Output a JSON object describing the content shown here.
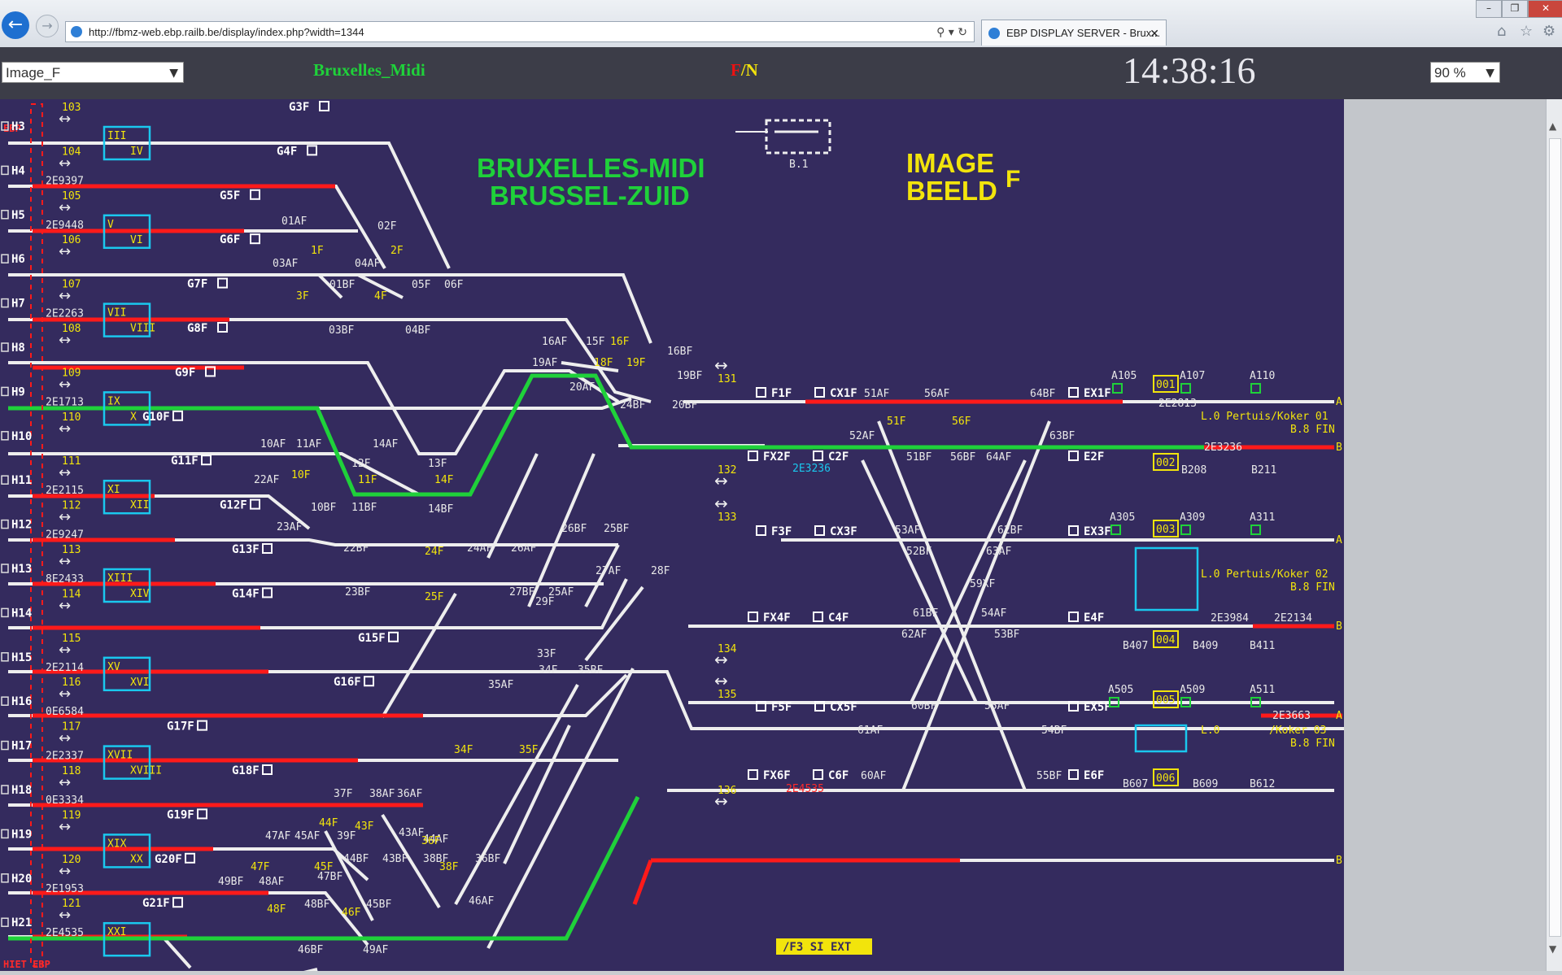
{
  "browser": {
    "url": "http://fbmz-web.ebp.railb.be/display/index.php?width=1344",
    "tab_title": "EBP DISPLAY SERVER - Brux..."
  },
  "toolbar": {
    "image_select": "Image_F",
    "station": "Bruxelles_Midi",
    "dir_f": "F",
    "dir_sep": "/",
    "dir_n": "N",
    "clock": "14:38:16",
    "zoom": "90 %"
  },
  "panel": {
    "title_line1": "BRUXELLES-MIDI",
    "title_line2": "BRUSSEL-ZUID",
    "image_line1": "IMAGE",
    "image_line2": "BEELD",
    "image_code": "F",
    "b1": "B.1",
    "status": "/F3 SI EXT",
    "rows": [
      "H3",
      "H4",
      "H5",
      "H6",
      "H7",
      "H8",
      "H9",
      "H10",
      "H11",
      "H12",
      "H13",
      "H14",
      "H15",
      "H16",
      "H17",
      "H18",
      "H19",
      "H20",
      "H21"
    ],
    "row_numbers": [
      "103",
      "104",
      "105",
      "106",
      "107",
      "108",
      "109",
      "110",
      "111",
      "112",
      "113",
      "114",
      "115",
      "116",
      "117",
      "118",
      "119",
      "120",
      "121"
    ],
    "track_codes": [
      "2E9397",
      "2E9448",
      "2E2263",
      "2E1713",
      "2E2115",
      "2E9247",
      "8E2433",
      "2E2114",
      "0E6584",
      "2E2337",
      "0E3334",
      "2E1953",
      "2E4535"
    ],
    "platform_boxes": [
      [
        "III",
        "IV"
      ],
      [
        "V",
        "VI"
      ],
      [
        "VII",
        "VIII"
      ],
      [
        "IX",
        "X"
      ],
      [
        "XI",
        "XII"
      ],
      [
        "XIII",
        "XIV"
      ],
      [
        "XV",
        "XVI"
      ],
      [
        "XVII",
        "XVIII"
      ],
      [
        "XIX",
        "XX"
      ],
      [
        "XXI",
        ""
      ]
    ],
    "signals_left": [
      "G3F",
      "G4F",
      "G5F",
      "G6F",
      "G7F",
      "G8F",
      "G9F",
      "G10F",
      "G11F",
      "G12F",
      "G13F",
      "G14F",
      "G15F",
      "G16F",
      "G17F",
      "G18F",
      "G19F",
      "G20F",
      "G21F"
    ],
    "switch_labels_white": [
      "01AF",
      "02F",
      "03AF",
      "04AF",
      "01BF",
      "05F",
      "06F",
      "03BF",
      "04BF",
      "16AF",
      "15F",
      "16BF",
      "19AF",
      "19BF",
      "20AF",
      "20BF",
      "24BF",
      "10AF",
      "11AF",
      "12F",
      "13F",
      "14AF",
      "14BF",
      "10BF",
      "11BF",
      "22AF",
      "23AF",
      "22BF",
      "23BF",
      "24AF",
      "26AF",
      "26BF",
      "25BF",
      "27BF",
      "25AF",
      "27AF",
      "28F",
      "29F",
      "33F",
      "34F",
      "35BF",
      "35AF",
      "36AF",
      "37F",
      "38AF",
      "43AF",
      "44AF",
      "39F",
      "45AF",
      "47AF",
      "44BF",
      "43BF",
      "36BF",
      "38BF",
      "46AF",
      "47BF",
      "49BF",
      "48AF",
      "45BF",
      "48BF",
      "46BF",
      "49AF"
    ],
    "switch_labels_yellow": [
      "1F",
      "2F",
      "3F",
      "4F",
      "16F",
      "18F",
      "19F",
      "10F",
      "11F",
      "14F",
      "24F",
      "25F",
      "34F",
      "35F",
      "36F",
      "43F",
      "44F",
      "47F",
      "45F",
      "48F",
      "46F",
      "38F",
      "51F",
      "56F"
    ],
    "crossing_nums": [
      "131",
      "132",
      "133",
      "134",
      "135",
      "136"
    ],
    "right_signals": [
      "F1F",
      "CX1F",
      "FX2F",
      "C2F",
      "F3F",
      "CX3F",
      "FX4F",
      "C4F",
      "F5F",
      "CX5F",
      "FX6F",
      "C6F",
      "EX1F",
      "E2F",
      "EX3F",
      "E4F",
      "EX5F",
      "E6F"
    ],
    "right_switches": [
      "51AF",
      "56AF",
      "64BF",
      "52AF",
      "63BF",
      "51BF",
      "56BF",
      "64AF",
      "53AF",
      "62BF",
      "52BF",
      "63AF",
      "59XF",
      "61BF",
      "54AF",
      "62AF",
      "53BF",
      "60BF",
      "55AF",
      "61AF",
      "54BF",
      "60AF",
      "55BF"
    ],
    "right_codes": [
      "2E2813",
      "2E3236",
      "2E3236",
      "2E3984",
      "2E2134",
      "2E3663",
      "2E4535"
    ],
    "block_codes": [
      "001",
      "002",
      "003",
      "004",
      "005",
      "006"
    ],
    "block_labels_a": [
      "A105",
      "A107",
      "A110",
      "A305",
      "A309",
      "A311",
      "A505",
      "A509",
      "A511"
    ],
    "block_labels_b": [
      "B208",
      "B211",
      "B407",
      "B409",
      "B411",
      "B607",
      "B609",
      "B612"
    ],
    "line_labels": [
      "L.0 Pertuis/Koker 01",
      "B.8 FIN",
      "L.0 Pertuis/Koker 02",
      "B.8 FIN",
      "L.0",
      "/Koker 03",
      "B.8 FIN"
    ],
    "track_ends": [
      "A",
      "B",
      "A",
      "B",
      "A",
      "B"
    ],
    "top_left_ebp": "EBP",
    "bottom_left": "HIET EBP"
  },
  "colors": {
    "panel_bg": "#342b5e",
    "green_route": "#1fd13a",
    "red_occupied": "#ff1a1a",
    "white_track": "#eeeeee",
    "yellow": "#f2e40c",
    "cyan": "#1ac8ee"
  },
  "icons": [
    "back-arrow-icon",
    "forward-arrow-icon",
    "favicon-icon",
    "search-icon",
    "refresh-icon",
    "close-icon",
    "home-icon",
    "star-icon",
    "gear-icon",
    "minimize-icon",
    "maximize-icon",
    "dropdown-caret-icon",
    "signal-icon",
    "arrow-left-icon",
    "double-arrow-icon"
  ]
}
